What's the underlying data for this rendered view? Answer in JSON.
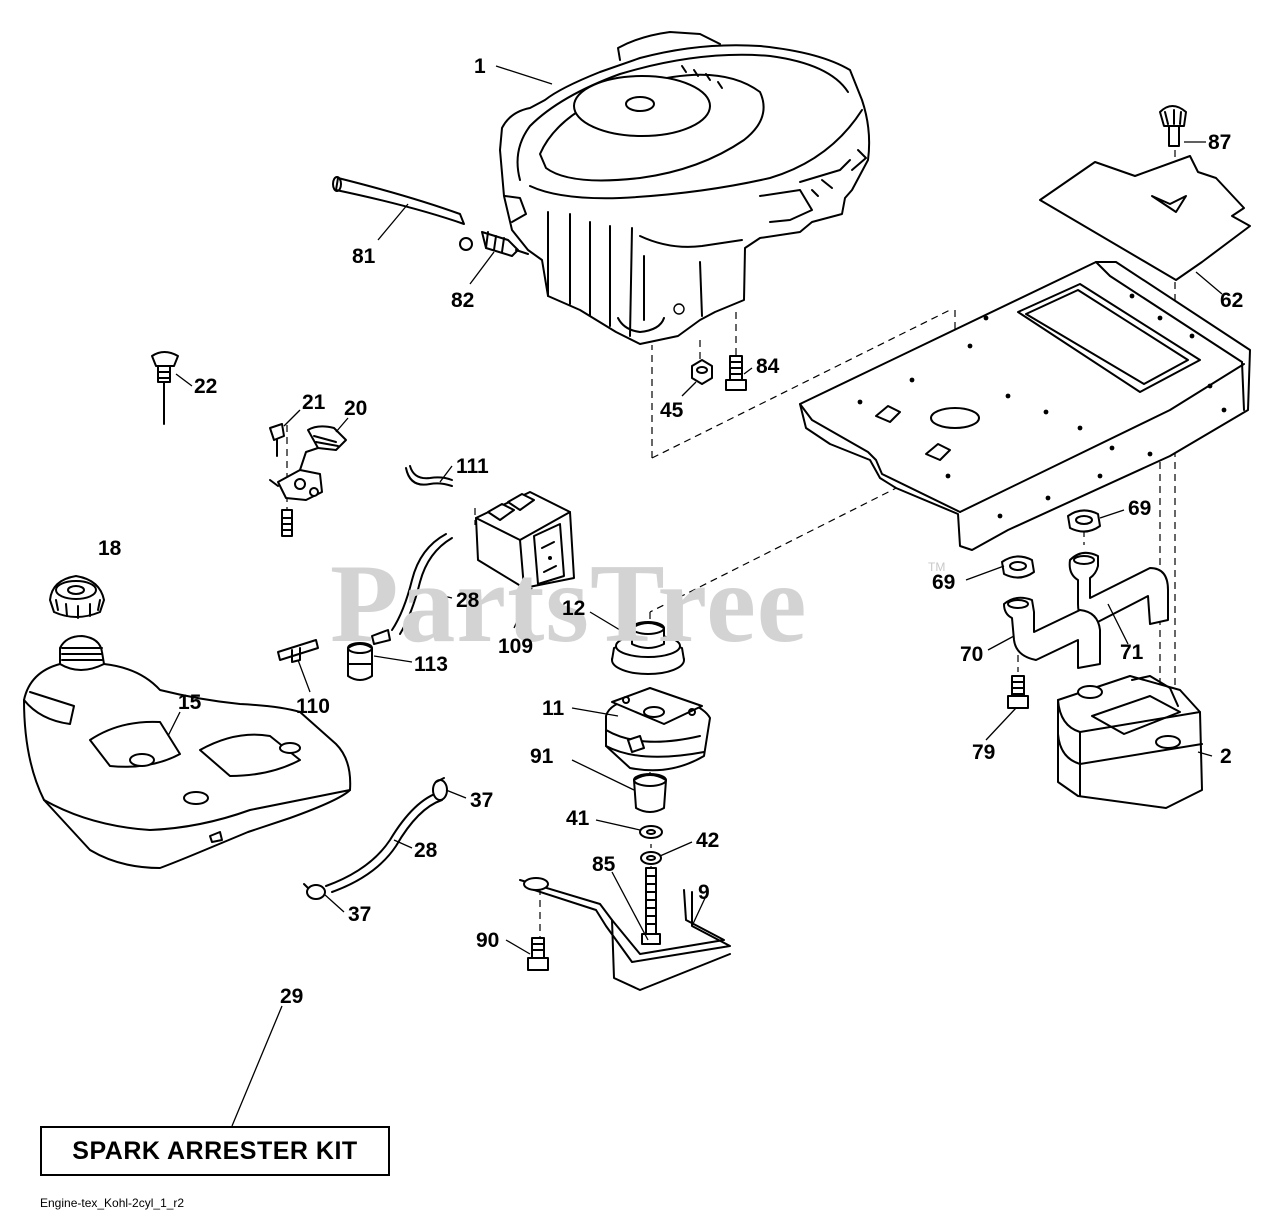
{
  "watermark": {
    "text": "PartsTree",
    "tm": "TM"
  },
  "kit_box_label": "SPARK ARRESTER KIT",
  "drawing_id": "Engine-tex_Kohl-2cyl_1_r2",
  "callouts": [
    {
      "id": "c1",
      "num": "1"
    },
    {
      "id": "c81",
      "num": "81"
    },
    {
      "id": "c82",
      "num": "82"
    },
    {
      "id": "c87",
      "num": "87"
    },
    {
      "id": "c62",
      "num": "62"
    },
    {
      "id": "c84",
      "num": "84"
    },
    {
      "id": "c45",
      "num": "45"
    },
    {
      "id": "c22",
      "num": "22"
    },
    {
      "id": "c21",
      "num": "21"
    },
    {
      "id": "c20",
      "num": "20"
    },
    {
      "id": "c111",
      "num": "111"
    },
    {
      "id": "c18",
      "num": "18"
    },
    {
      "id": "c28a",
      "num": "28"
    },
    {
      "id": "c109",
      "num": "109"
    },
    {
      "id": "c12",
      "num": "12"
    },
    {
      "id": "c69a",
      "num": "69"
    },
    {
      "id": "c69b",
      "num": "69"
    },
    {
      "id": "c70",
      "num": "70"
    },
    {
      "id": "c71",
      "num": "71"
    },
    {
      "id": "c113",
      "num": "113"
    },
    {
      "id": "c110",
      "num": "110"
    },
    {
      "id": "c15",
      "num": "15"
    },
    {
      "id": "c11",
      "num": "11"
    },
    {
      "id": "c91",
      "num": "91"
    },
    {
      "id": "c79",
      "num": "79"
    },
    {
      "id": "c2",
      "num": "2"
    },
    {
      "id": "c37a",
      "num": "37"
    },
    {
      "id": "c41",
      "num": "41"
    },
    {
      "id": "c42",
      "num": "42"
    },
    {
      "id": "c28b",
      "num": "28"
    },
    {
      "id": "c85",
      "num": "85"
    },
    {
      "id": "c9",
      "num": "9"
    },
    {
      "id": "c37b",
      "num": "37"
    },
    {
      "id": "c90",
      "num": "90"
    },
    {
      "id": "c29",
      "num": "29"
    }
  ]
}
